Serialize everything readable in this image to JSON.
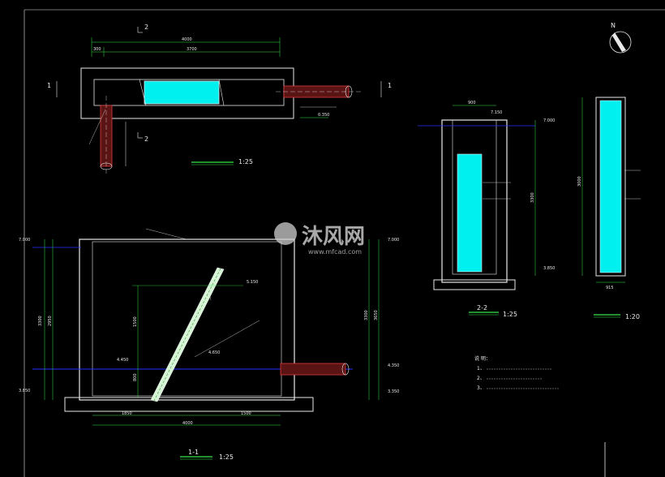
{
  "drawing": {
    "section_marks": {
      "two": "2",
      "one": "1"
    },
    "plan": {
      "dims": {
        "total": "4000",
        "left": "300",
        "mid": "3700"
      },
      "scale": "1:25",
      "level": "0.350"
    },
    "section_2_2": {
      "label": "2-2",
      "scale": "1:25",
      "dims": {
        "width": "900",
        "elev_top": "7.000",
        "elev_top2": "7.150",
        "elev_bottom": "3.850",
        "height": "3300"
      }
    },
    "screen_detail": {
      "scale": "1:20",
      "dims": {
        "height": "3000",
        "width": "915"
      }
    },
    "section_1_1": {
      "label": "1-1",
      "scale": "1:25",
      "dims": {
        "bottom_total": "4000",
        "bottom_left": "1850",
        "bottom_right": "1500",
        "left_elev_top": "7.000",
        "left_elev_bottom": "3.850",
        "left_height": "3300",
        "left_inner": "2950",
        "right_elev_top": "7.000",
        "right_elev_mid": "4.350",
        "right_elev_bottom": "3.350",
        "right_height1": "3300",
        "right_height2": "3650",
        "mid_elev1": "5.150",
        "mid_elev2": "4.450",
        "mid_elev3": "4.650",
        "mid_height1": "1500",
        "mid_height2": "800"
      }
    },
    "notes": {
      "heading": "说 明：",
      "items": [
        "1、",
        "2、",
        "3、"
      ]
    },
    "watermark": {
      "cn": "沐风网",
      "url": "www.mfcad.com"
    },
    "north": "N"
  }
}
